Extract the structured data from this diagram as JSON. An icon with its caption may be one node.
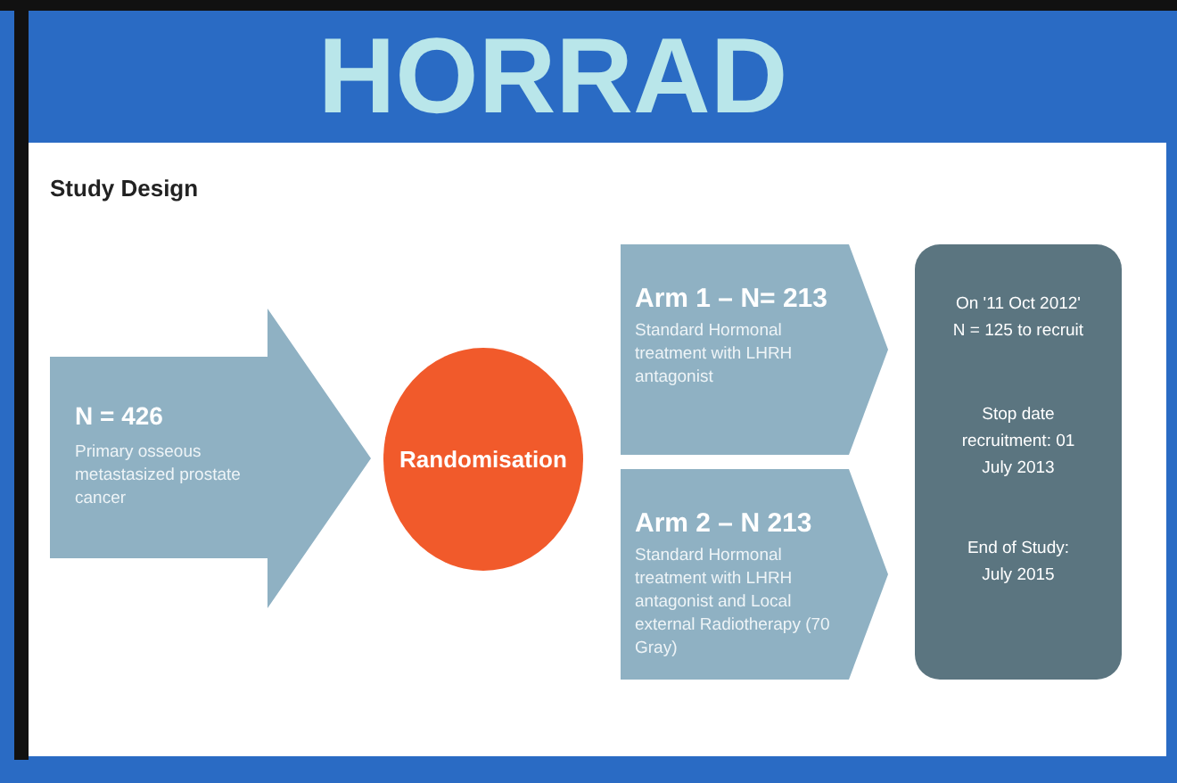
{
  "diagram": {
    "title": "HORRAD",
    "nodes": [
      {
        "text": [
          "N = 426",
          "Primary osseous metastasized prostate cancer"
        ]
      },
      {
        "text": [
          "Randomisation"
        ]
      },
      {
        "text": [
          "Arm 1 – N= 213",
          "Standard Hormonal treatment with LHRH antagonist"
        ]
      },
      {
        "text": [
          "Arm 2 – N 213",
          "Standard Hormonal treatment with LHRH antagonist and Local external Radiotherapy (70 Gray)"
        ]
      },
      {
        "text": [
          "On '11 Oct 2012' N = 125 to recruit",
          "Stop date recruitment: 01 July 2013",
          "End of Study: July 2015"
        ]
      }
    ],
    "labels": [
      "Study Design"
    ]
  }
}
